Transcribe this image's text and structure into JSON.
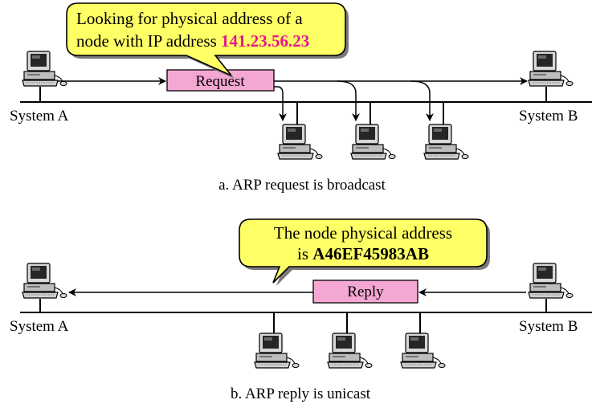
{
  "part_a": {
    "bubble": {
      "line1": "Looking for physical address of a",
      "line2_prefix": "node with IP address ",
      "ip_address": "141.23.56.23"
    },
    "packet_label": "Request",
    "left_system": "System A",
    "right_system": "System B",
    "caption": "a. ARP request is broadcast"
  },
  "part_b": {
    "bubble": {
      "line1": "The node physical address",
      "line2_prefix": "is ",
      "mac_address": "A46EF45983AB"
    },
    "packet_label": "Reply",
    "left_system": "System A",
    "right_system": "System B",
    "caption": "b. ARP reply is unicast"
  },
  "colors": {
    "bubble_fill": "#ffff66",
    "packet_fill": "#f4a7d2",
    "ip_text": "#e5178a",
    "line": "#000000"
  },
  "icons": [
    "computer-icon"
  ]
}
